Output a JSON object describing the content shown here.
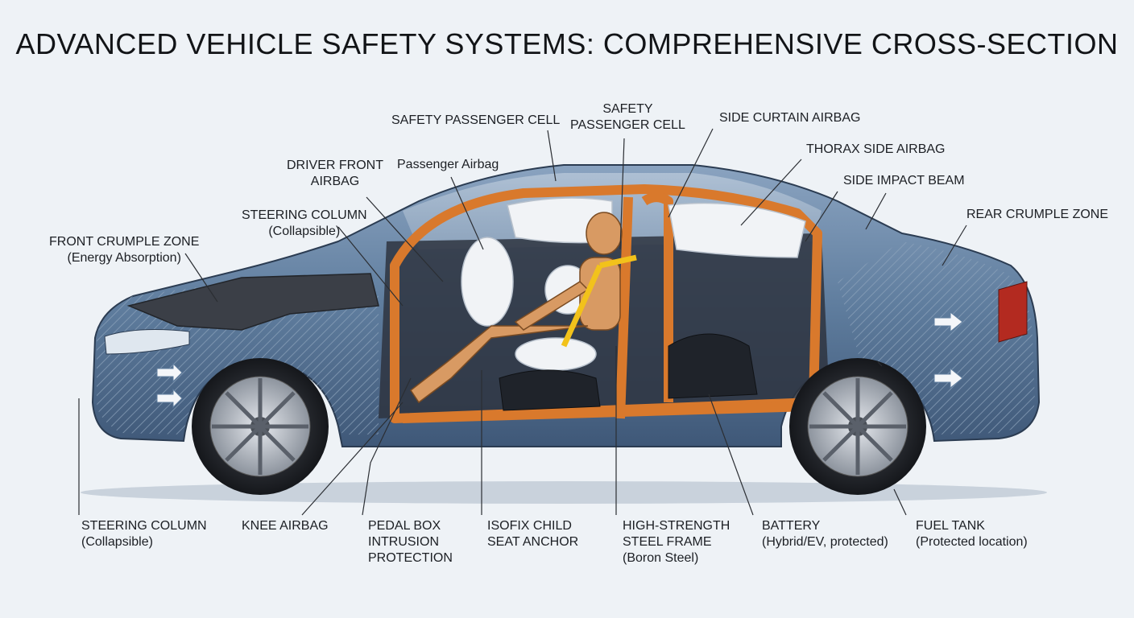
{
  "title": "ADVANCED VEHICLE SAFETY SYSTEMS: COMPREHENSIVE CROSS-SECTION",
  "colors": {
    "background": "#eef2f6",
    "body_paint": "#5f7d9e",
    "safety_cage": "#d9792c",
    "airbag": "#f1f3f6",
    "crumple_hatch": "#8da3bb"
  },
  "labels": {
    "safety_passenger_cell_1": {
      "line1": "SAFETY PASSENGER CELL"
    },
    "safety_passenger_cell_2": {
      "line1": "SAFETY",
      "line2": "PASSENGER CELL"
    },
    "side_curtain_airbag": {
      "line1": "SIDE CURTAIN AIRBAG"
    },
    "thorax_side_airbag": {
      "line1": "THORAX SIDE AIRBAG"
    },
    "side_impact_beam": {
      "line1": "SIDE IMPACT BEAM"
    },
    "rear_crumple_zone": {
      "line1": "REAR CRUMPLE ZONE"
    },
    "driver_front_airbag": {
      "line1": "DRIVER FRONT",
      "line2": "AIRBAG"
    },
    "passenger_airbag": {
      "line1": "Passenger Airbag"
    },
    "steering_column_top": {
      "line1": "STEERING COLUMN",
      "line2": "(Collapsible)"
    },
    "front_crumple_zone": {
      "line1": "FRONT CRUMPLE ZONE",
      "line2": "(Energy Absorption)"
    },
    "steering_column_bottom": {
      "line1": "STEERING COLUMN",
      "line2": "(Collapsible)"
    },
    "knee_airbag": {
      "line1": "KNEE AIRBAG"
    },
    "pedal_box": {
      "line1": "PEDAL BOX",
      "line2": "INTRUSION",
      "line3": "PROTECTION"
    },
    "isofix": {
      "line1": "ISOFIX CHILD",
      "line2": "SEAT ANCHOR"
    },
    "high_strength_steel": {
      "line1": "HIGH-STRENGTH",
      "line2": "STEEL FRAME",
      "line3": "(Boron Steel)"
    },
    "battery": {
      "line1": "BATTERY",
      "line2": "(Hybrid/EV, protected)"
    },
    "fuel_tank": {
      "line1": "FUEL TANK",
      "line2": "(Protected location)"
    }
  }
}
